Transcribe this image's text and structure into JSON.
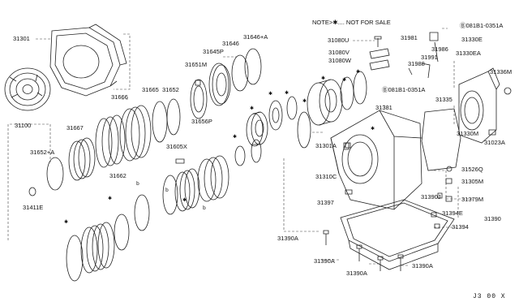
{
  "note_text": "NOTE>✱.... NOT FOR SALE",
  "diagram_code": "J3  00  X",
  "marker_glyphs": {
    "star": "✱",
    "b_circle": "Ⓑ"
  },
  "part_labels": {
    "p31301": "31301",
    "p31100": "31100",
    "p31666": "31666",
    "p31665": "31665",
    "p31651M": "31651M",
    "p31645P": "31645P",
    "p31646": "31646",
    "p31646A": "31646+A",
    "p31652": "31652",
    "p31656P": "31656P",
    "p31667": "31667",
    "p31662": "31662",
    "p31652A": "31652+A",
    "p31605X": "31605X",
    "p31411E": "31411E",
    "p31080U": "31080U",
    "p31080V": "31080V",
    "p31080W": "31080W",
    "p31981": "31981",
    "p31986": "31986",
    "p31991": "31991",
    "p31988": "31988",
    "bolt_top": "Ⓑ081B1-0351A",
    "p31330E": "31330E",
    "p31330EA": "31330EA",
    "p31336M": "31336M",
    "bolt_mid": "Ⓑ081B1-0351A",
    "p31381": "31381",
    "p31335": "31335",
    "p31330M": "31330M",
    "p31023A": "31023A",
    "p31301A": "31301A",
    "p31526Q": "31526Q",
    "p31305M": "31305M",
    "p31310C": "31310C",
    "p31397": "31397",
    "p31390J": "31390J",
    "p31379M": "31379M",
    "p31394E": "31394E",
    "p31390": "31390",
    "p31394": "31394",
    "p31390A_1": "31390A",
    "p31390A_2": "31390A",
    "p31390A_3": "31390A",
    "p31390A_4": "31390A"
  }
}
